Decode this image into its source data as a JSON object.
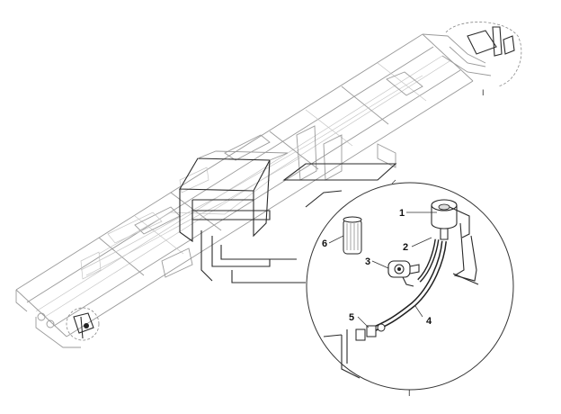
{
  "callouts": [
    {
      "id": "1",
      "label": "1"
    },
    {
      "id": "2",
      "label": "2"
    },
    {
      "id": "3",
      "label": "3"
    },
    {
      "id": "4",
      "label": "4"
    },
    {
      "id": "5",
      "label": "5"
    },
    {
      "id": "6",
      "label": "6"
    }
  ],
  "view_marks": {
    "top_right": "I",
    "bottom_center": "I"
  }
}
